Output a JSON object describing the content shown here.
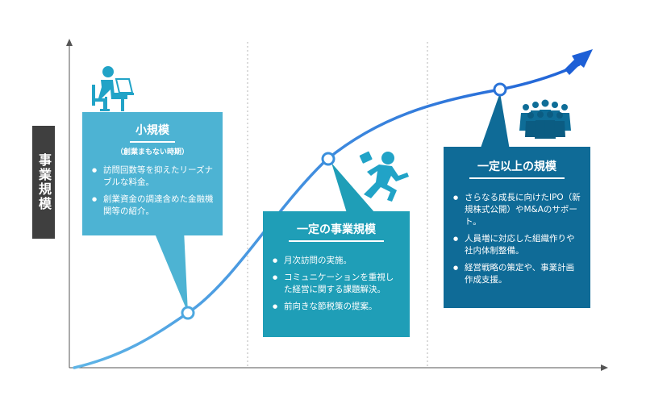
{
  "y_axis_label": "事業規模",
  "colors": {
    "stage1": "#4db3d3",
    "stage2": "#1f9eb7",
    "stage3": "#0f6b97",
    "curve_start": "#5fb5e6",
    "curve_end": "#1d5fd6",
    "axis": "#555555",
    "divider": "#b5b5b5",
    "icon": "#21a3c7",
    "icon_dark": "#0e6d97"
  },
  "stages": [
    {
      "title": "小規模",
      "subtitle": "（創業まもない時期）",
      "bullets": [
        "訪問回数等を抑えたリーズナブルな料金。",
        "創業資金の調達含めた金融機関等の紹介。"
      ],
      "icon": "person-at-desk-icon"
    },
    {
      "title": "一定の事業規模",
      "bullets": [
        "月次訪問の実施。",
        "コミュニケーションを重視した経営に関する課題解決。",
        "前向きな節税策の提案。"
      ],
      "icon": "running-businessman-icon"
    },
    {
      "title": "一定以上の規模",
      "bullets": [
        "さらなる成長に向けたIPO（新規株式公開）やM&Aのサポート。",
        "人員増に対応した組織作りや社内体制整備。",
        "経営戦略の策定や、事業計画作成支援。"
      ],
      "icon": "business-team-icon"
    }
  ]
}
